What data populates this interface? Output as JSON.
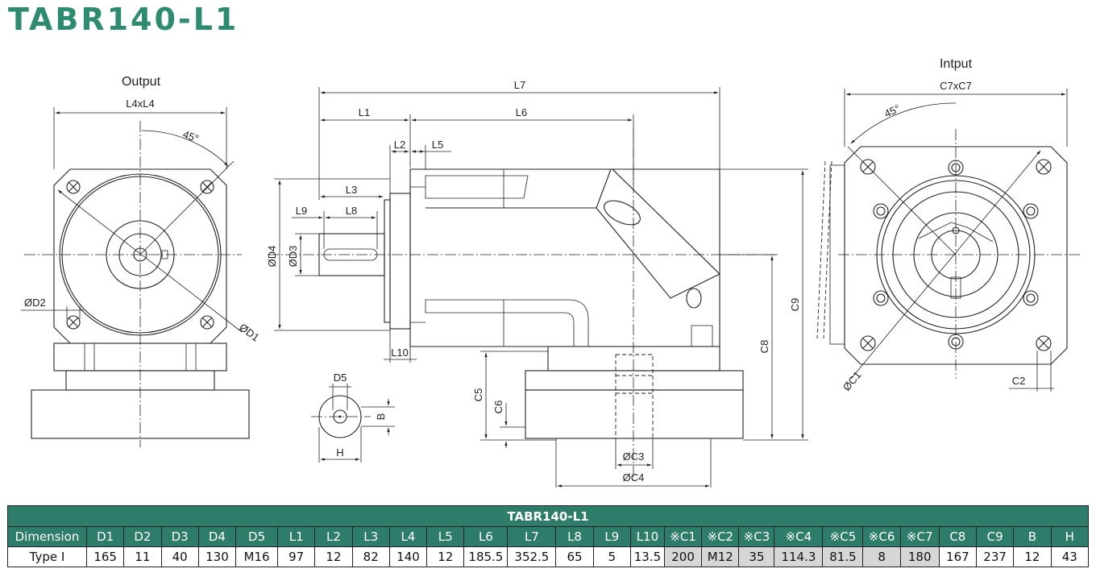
{
  "title": "TABR140-L1",
  "views": {
    "output": "Output",
    "input": "Intput"
  },
  "dims": {
    "L4xL4": "L4xL4",
    "angle": "45°",
    "D1": "ØD1",
    "D2": "ØD2",
    "L7": "L7",
    "L1": "L1",
    "L6": "L6",
    "L2": "L2",
    "L5": "L5",
    "L3": "L3",
    "L9": "L9",
    "L8": "L8",
    "D4": "ØD4",
    "D3": "ØD3",
    "L10": "L10",
    "D5": "D5",
    "B": "B",
    "H": "H",
    "C5": "C5",
    "C6": "C6",
    "C3": "ØC3",
    "C4": "ØC4",
    "C8": "C8",
    "C9": "C9",
    "C7xC7": "C7xC7",
    "C1": "ØC1",
    "C2": "C2"
  },
  "table": {
    "title": "TABR140-L1",
    "headers": [
      "Dimension",
      "D1",
      "D2",
      "D3",
      "D4",
      "D5",
      "L1",
      "L2",
      "L3",
      "L4",
      "L5",
      "L6",
      "L7",
      "L8",
      "L9",
      "L10",
      "※C1",
      "※C2",
      "※C3",
      "※C4",
      "※C5",
      "※C6",
      "※C7",
      "C8",
      "C9",
      "B",
      "H"
    ],
    "rows": [
      [
        "Type I",
        "165",
        "11",
        "40",
        "130",
        "M16",
        "97",
        "12",
        "82",
        "140",
        "12",
        "185.5",
        "352.5",
        "65",
        "5",
        "13.5",
        "200",
        "M12",
        "35",
        "114.3",
        "81.5",
        "8",
        "180",
        "167",
        "237",
        "12",
        "43"
      ]
    ]
  },
  "colors": {
    "brand": "#2e8b70",
    "table_header": "#2e7d6a",
    "optional_cell": "#d6d6d6"
  }
}
